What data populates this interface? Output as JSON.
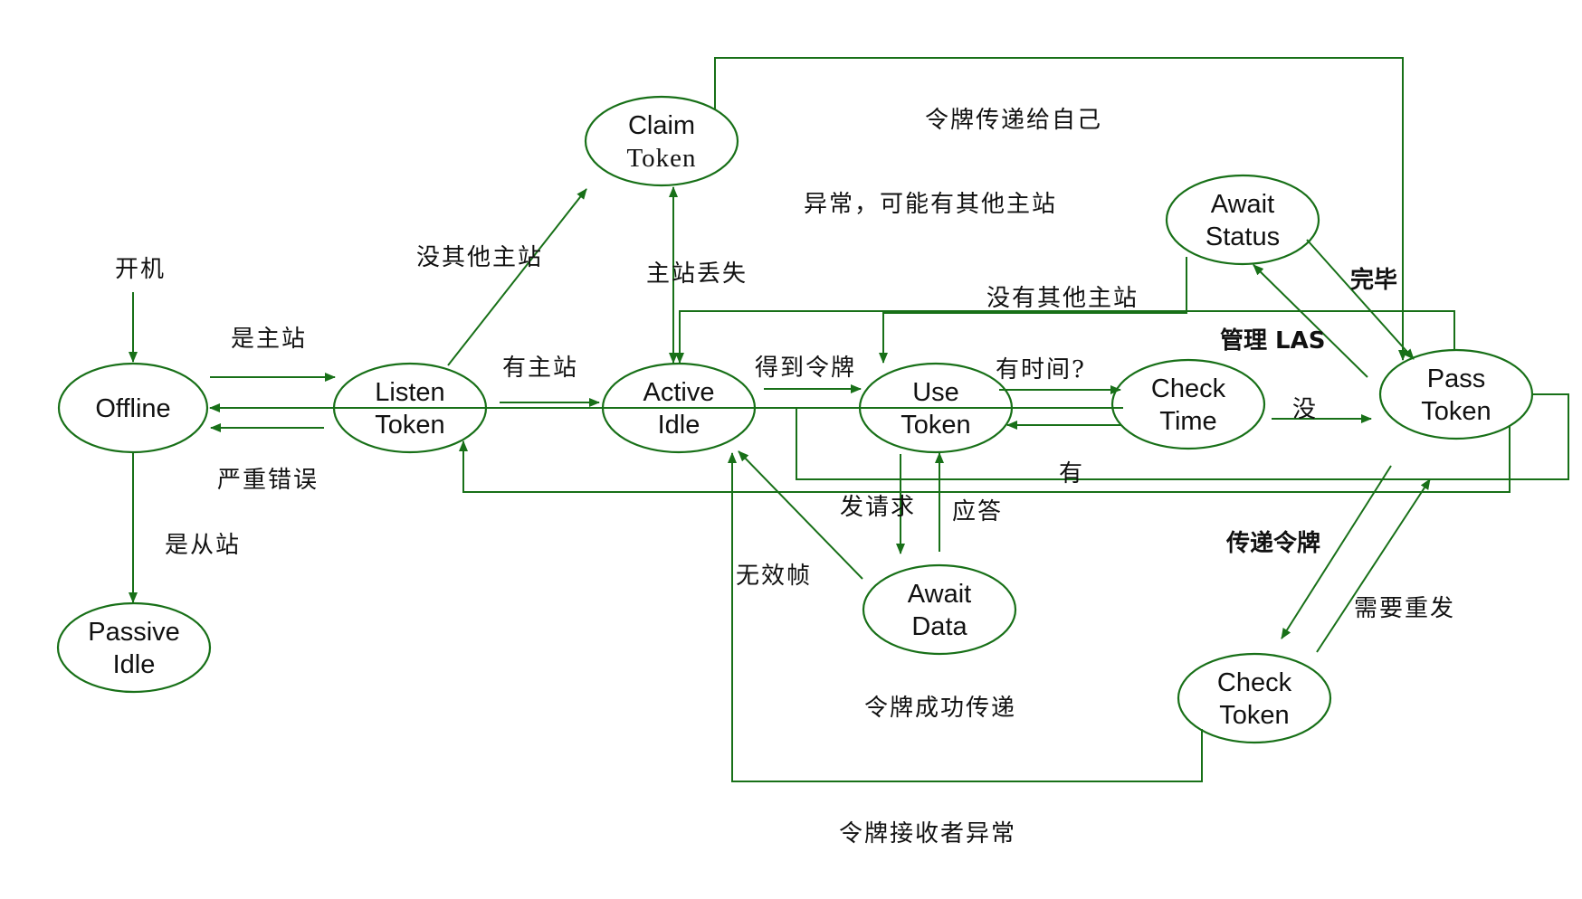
{
  "colors": {
    "edge": "#187018",
    "text": "#111111",
    "background": "#ffffff"
  },
  "nodes": {
    "offline": "Offline",
    "listen_token": [
      "Listen",
      "Token"
    ],
    "active_idle": [
      "Active",
      "Idle"
    ],
    "claim_token": [
      "Claim",
      "Token"
    ],
    "use_token": [
      "Use",
      "Token"
    ],
    "check_time": [
      "Check",
      "Time"
    ],
    "pass_token": [
      "Pass",
      "Token"
    ],
    "await_status": [
      "Await",
      "Status"
    ],
    "await_data": [
      "Await",
      "Data"
    ],
    "passive_idle": [
      "Passive",
      "Idle"
    ],
    "check_token": [
      "Check",
      "Token"
    ]
  },
  "labels": {
    "power_on": "开机",
    "is_master": "是主站",
    "fatal_error": "严重错误",
    "is_slave": "是从站",
    "no_other_master_claim": "没其他主站",
    "has_master": "有主站",
    "master_lost": "主站丢失",
    "token_to_self": "令牌传递给自己",
    "error_maybe_other_master": "异常，可能有其他主站",
    "no_other_master_use": "没有其他主站",
    "got_token": "得到令牌",
    "has_time_q": "有时间?",
    "no_time": "没",
    "has_time": "有",
    "manage_las": "管理 LAS",
    "done": "完毕",
    "send_request": "发请求",
    "response": "应答",
    "invalid_frame": "无效帧",
    "pass_token_label": "传递令牌",
    "need_resend": "需要重发",
    "token_pass_success": "令牌成功传递",
    "token_receiver_error": "令牌接收者异常"
  }
}
